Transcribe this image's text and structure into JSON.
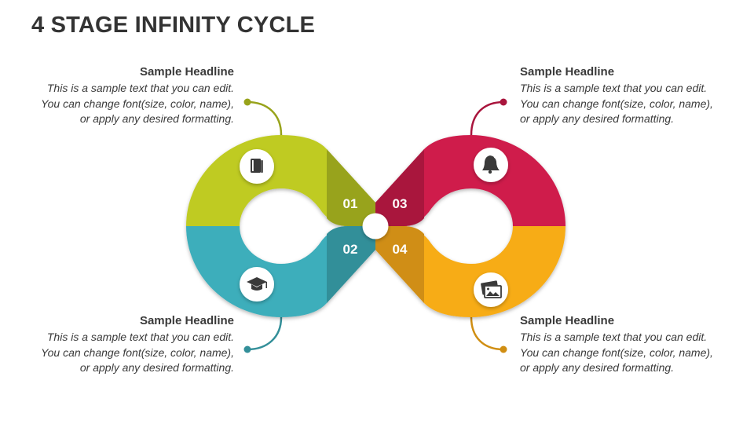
{
  "title": "4 STAGE INFINITY CYCLE",
  "stages": [
    {
      "number": "01",
      "headline": "Sample Headline",
      "text": "This is a sample text that you can edit. You can change font(size, color, name), or apply any desired formatting.",
      "color": "#BFCB22",
      "shade": "#98A31B",
      "icon": "book-icon"
    },
    {
      "number": "02",
      "headline": "Sample Headline",
      "text": "This is a sample text that you can edit. You can change font(size, color, name), or apply any desired formatting.",
      "color": "#3EAEBB",
      "shade": "#338F99",
      "icon": "graduation-cap-icon"
    },
    {
      "number": "03",
      "headline": "Sample Headline",
      "text": "This is a sample text that you can edit. You can change font(size, color, name), or apply any desired formatting.",
      "color": "#CF1A4B",
      "shade": "#A9153D",
      "icon": "bell-icon"
    },
    {
      "number": "04",
      "headline": "Sample Headline",
      "text": "This is a sample text that you can edit. You can change font(size, color, name), or apply any desired formatting.",
      "color": "#F7AC18",
      "shade": "#D08E12",
      "icon": "picture-icon"
    }
  ]
}
